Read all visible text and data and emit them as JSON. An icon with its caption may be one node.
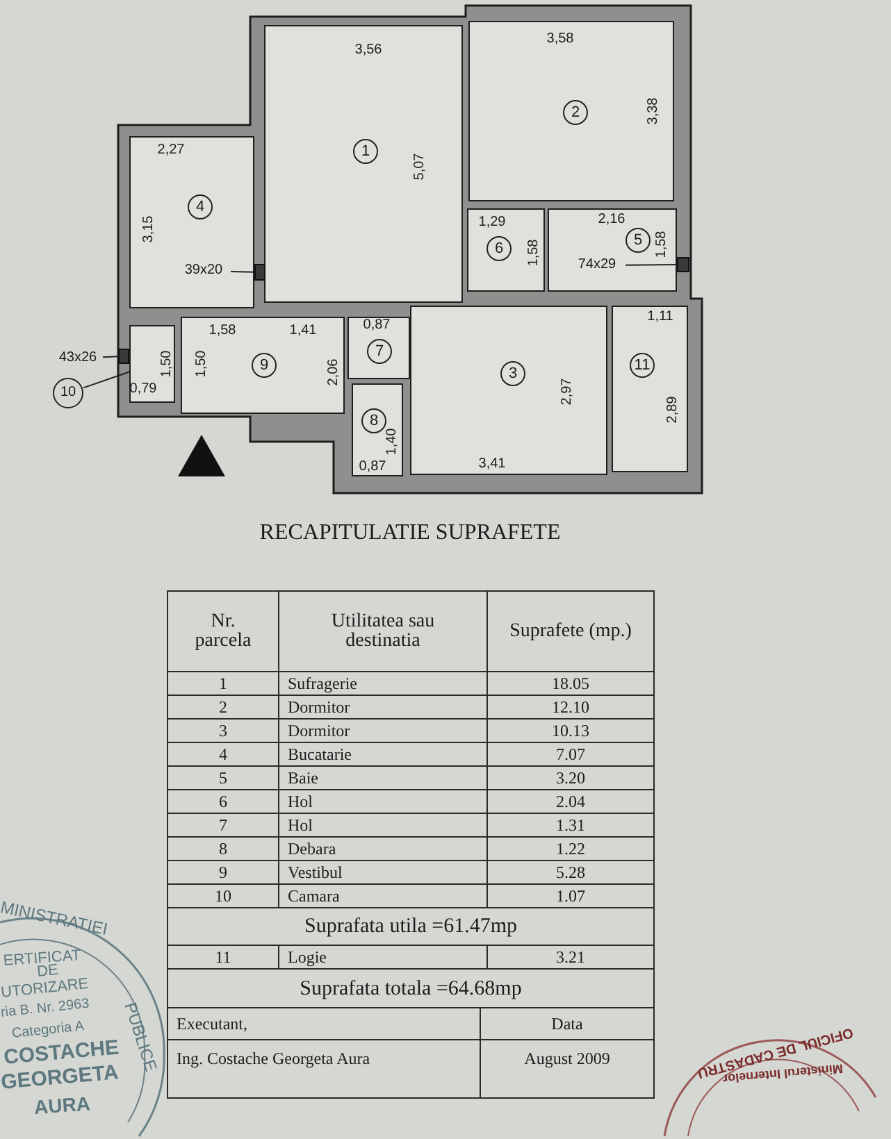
{
  "diagram": {
    "title": "RECAPITULATIE SUPRAFETE",
    "nodes": [
      {
        "text": [
          "1"
        ]
      },
      {
        "text": [
          "2"
        ]
      },
      {
        "text": [
          "3"
        ]
      },
      {
        "text": [
          "4"
        ]
      },
      {
        "text": [
          "5"
        ]
      },
      {
        "text": [
          "6"
        ]
      },
      {
        "text": [
          "7"
        ]
      },
      {
        "text": [
          "8"
        ]
      },
      {
        "text": [
          "9"
        ]
      },
      {
        "text": [],
        "shape": "box"
      },
      {
        "text": [
          "10"
        ]
      },
      {
        "text": [
          "11"
        ]
      },
      {
        "text": [
          "43x26"
        ]
      },
      {
        "text": [
          "39x20"
        ],
        "in": 3
      },
      {
        "text": [
          "74x29"
        ],
        "in": 4
      },
      {
        "text": [],
        "shape": "box"
      },
      {
        "text": [],
        "shape": "box"
      },
      {
        "text": [],
        "shape": "box"
      }
    ],
    "edges": [
      {
        "from": 10,
        "to": 9,
        "arrow": "none"
      },
      {
        "from": 12,
        "to": 16,
        "arrow": "none"
      },
      {
        "from": 13,
        "to": 15,
        "arrow": "none"
      },
      {
        "from": 14,
        "to": 17,
        "arrow": "none"
      }
    ],
    "labels": [
      "3,58",
      "3,56",
      "3,38",
      "2,27",
      "5,07",
      "1,29",
      "2,16",
      "3,15",
      "1,58",
      "1,58",
      "1,11",
      "0,87",
      "1,58",
      "1,41",
      "1,50",
      "1,50",
      "2,06",
      "0,79",
      "2,97",
      "2,89",
      "1,40",
      "0,87",
      "3,41",
      "Nr. parcela",
      "Utilitatea sau destinatia",
      "Suprafete (mp.)",
      "1",
      "Sufragerie",
      "18.05",
      "2",
      "Dormitor",
      "12.10",
      "3",
      "Dormitor",
      "10.13",
      "4",
      "Bucatarie",
      "7.07",
      "5",
      "Baie",
      "3.20",
      "6",
      "Hol",
      "2.04",
      "7",
      "Hol",
      "1.31",
      "8",
      "Debara",
      "1.22",
      "9",
      "Vestibul",
      "5.28",
      "10",
      "Camara",
      "1.07",
      "Suprafata utila =61.47mp",
      "11",
      "Logie",
      "3.21",
      "Suprafata totala =64.68mp",
      "Executant,",
      "Data",
      "Ing. Costache Georgeta Aura",
      "August 2009",
      "MINISTRATIEI",
      "PUBLICE",
      "ERTIFICAT",
      "DE",
      "UTORIZARE",
      "ria B. Nr. 2963",
      "Categoria A",
      "COSTACHE",
      "GEORGETA",
      "AURA",
      "OFICIUL DE CADASTRU",
      "Ministerul Internelor"
    ]
  }
}
